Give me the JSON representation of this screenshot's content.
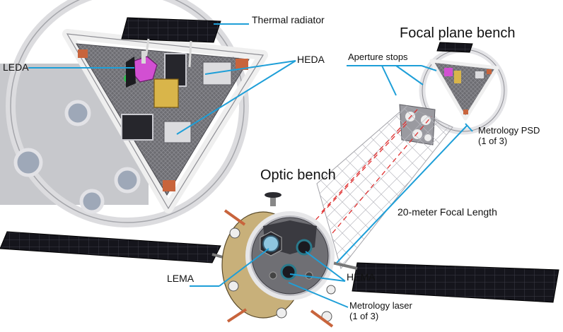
{
  "labels": {
    "thermal_radiator": "Thermal radiator",
    "leda": "LEDA",
    "heda": "HEDA",
    "focal_plane_bench": "Focal plane bench",
    "aperture_stops": "Aperture stops",
    "metrology_psd_line1": "Metrology PSD",
    "metrology_psd_line2": "(1 of 3)",
    "optic_bench": "Optic bench",
    "focal_length": "20-meter Focal Length",
    "lema": "LEMA",
    "hema": "HEMA",
    "metrology_laser_line1": "Metrology laser",
    "metrology_laser_line2": "(1 of 3)"
  },
  "colors": {
    "leader_line": "#1e9fd8",
    "panel_dark": "#15151c",
    "bench_gray": "#6f6f74",
    "frame_light": "#e8e8ea",
    "gold": "#c8b07a",
    "orange_pad": "#c8643c",
    "leda_magenta": "#d24fd2",
    "heda_gold": "#d9b54a",
    "laser_red": "#e03030"
  }
}
